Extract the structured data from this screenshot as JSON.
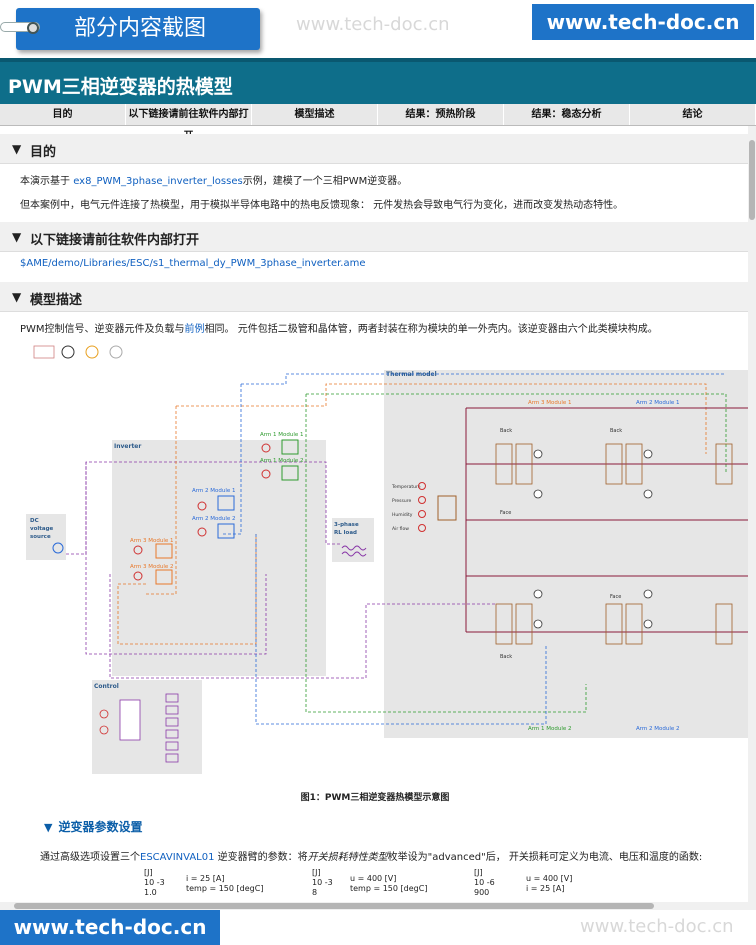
{
  "banner": {
    "crop_label": "部分内容截图",
    "watermark": "www.tech-doc.cn",
    "url": "www.tech-doc.cn"
  },
  "doc": {
    "title": "PWM三相逆变器的热模型",
    "nav": [
      "目的",
      "以下链接请前往软件内部打开",
      "模型描述",
      "结果：预热阶段",
      "结果：稳态分析",
      "结论"
    ]
  },
  "sections": {
    "purpose": {
      "title": "目的",
      "p1_pre": "本演示基于 ",
      "p1_link": "ex8_PWM_3phase_inverter_losses",
      "p1_post": "示例，建模了一个三相PWM逆变器。",
      "p2": "但本案例中，电气元件连接了热模型，用于模拟半导体电路中的热电反馈现象： 元件发热会导致电气行为变化，进而改变发热动态特性。"
    },
    "links": {
      "title": "以下链接请前往软件内部打开",
      "path": "$AME/demo/Libraries/ESC/s1_thermal_dy_PWM_3phase_inverter.ame"
    },
    "model": {
      "title": "模型描述",
      "p1_pre": "PWM控制信号、逆变器元件及负载与",
      "p1_link": "前例",
      "p1_post": "相同。 元件包括二极管和晶体管，两者封装在称为模块的单一外壳内。该逆变器由六个此类模块构成。",
      "caption": "图1：PWM三相逆变器热模型示意图",
      "sub_title": "逆变器参数设置",
      "sub_p_pre": "通过高级选项设置三个",
      "sub_p_link": "ESCAVINVAL01",
      "sub_p_mid": " 逆变器臂的参数：将",
      "sub_p_em": "开关损耗特性类型",
      "sub_p_post": "枚举设为\"advanced\"后， 开关损耗可定义为电流、电压和温度的函数:"
    }
  },
  "diagram": {
    "thermal_model": "Thermal model",
    "inverter": "Inverter",
    "control": "Control",
    "dc_source": [
      "DC",
      "voltage",
      "source"
    ],
    "load": [
      "3-phase",
      "RL load"
    ],
    "ambient": [
      "Temperature",
      "Pressure",
      "Humidity",
      "Air flow"
    ],
    "arms_orange": [
      "Arm 3 Module 1",
      "Arm 3 Module 2"
    ],
    "arms_green": [
      "Arm 1 Module 1",
      "Arm 1 Module 2"
    ],
    "arms_blue": [
      "Arm 2 Module 1",
      "Arm 2 Module 2"
    ],
    "thermal_labels": [
      "Arm 3 Module 1",
      "Arm 2 Module 1",
      "Arm 1 Module 2",
      "Arm 2 Module 2"
    ],
    "face_back": [
      "Back",
      "Face",
      "Back",
      "Face",
      "Back"
    ],
    "colors": {
      "orange": "#e8782a",
      "green": "#2e9a2e",
      "blue": "#2a6ad8",
      "purple": "#8a3aa8",
      "red": "#d03030",
      "maroon": "#8a1a3a"
    }
  },
  "charts": [
    {
      "unit": "[J]",
      "exp": "10 -3",
      "p1": "i = 25 [A]",
      "p2": "temp = 150 [degC]",
      "y0": "1.0"
    },
    {
      "unit": "[J]",
      "exp": "10 -3",
      "p1": "u = 400 [V]",
      "p2": "temp = 150 [degC]",
      "y0": "8"
    },
    {
      "unit": "[J]",
      "exp": "10 -6",
      "p1": "u = 400 [V]",
      "p2": "i = 25 [A]",
      "y0": "900"
    }
  ]
}
